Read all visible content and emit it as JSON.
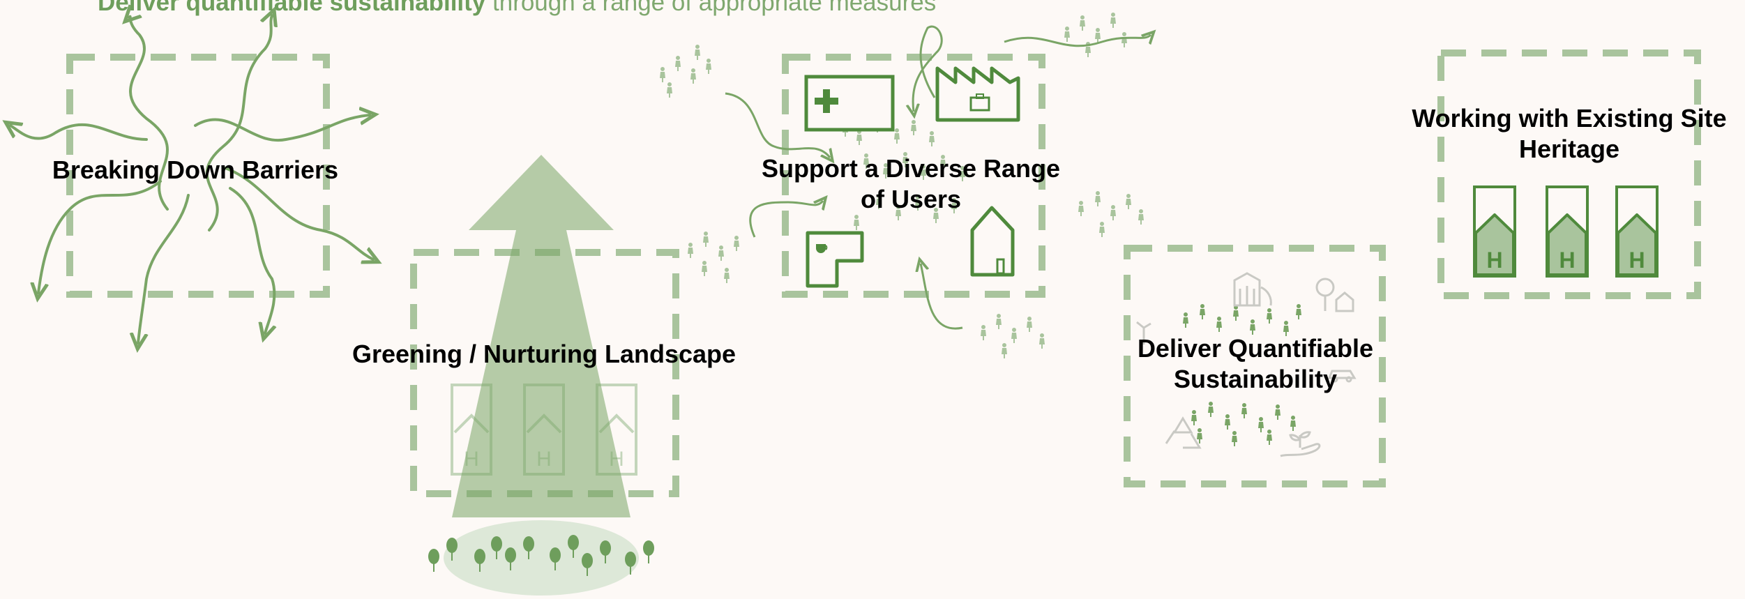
{
  "header": {
    "emphasis": "Deliver quantifiable sustainability",
    "rest": "through a range of appropriate measures"
  },
  "panels": {
    "barriers": "Breaking Down Barriers",
    "greening": "Greening / Nurturing Landscape",
    "users": "Support a Diverse Range of Users",
    "sustainability": "Deliver Quantifiable Sustainability",
    "heritage": "Working with Existing Site Heritage"
  },
  "icons": {
    "house_letter": "H"
  },
  "colors": {
    "background": "#fdf9f6",
    "green_dark": "#4f8a3c",
    "green_mid": "#7aa566",
    "green_light": "#a9c49d",
    "green_pale": "#dde8d8"
  }
}
